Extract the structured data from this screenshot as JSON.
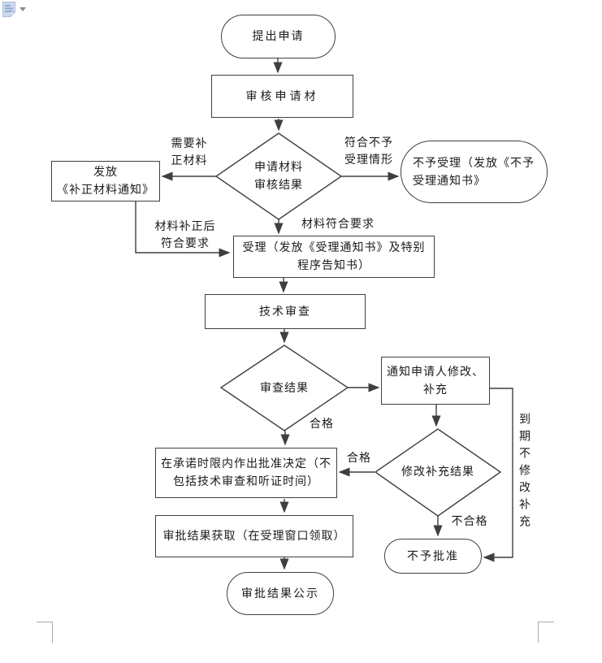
{
  "page": {
    "icons": {
      "doc": "document-icon",
      "dropdown": "chevron-down-icon"
    }
  },
  "flowchart": {
    "nodes": {
      "start": {
        "label": "提出申请",
        "type": "terminator"
      },
      "review": {
        "label": "审核申请材",
        "type": "process"
      },
      "review_result": {
        "label": "申请材料\n审核结果",
        "type": "decision"
      },
      "issue_correction": {
        "label": "发放\n《补正材料通知》",
        "type": "process"
      },
      "not_accept": {
        "label": "不予受理（发放《不予\n受理通知书》",
        "type": "terminator"
      },
      "accept": {
        "label": "受理（发放《受理通知书》及特别\n程序告知书）",
        "type": "process"
      },
      "tech_review": {
        "label": "技术审查",
        "type": "process"
      },
      "tech_result": {
        "label": "审查结果",
        "type": "decision"
      },
      "notify_modify": {
        "label": "通知申请人修改、\n补充",
        "type": "process"
      },
      "modify_result": {
        "label": "修改补充结果",
        "type": "decision"
      },
      "approve_decision": {
        "label": "在承诺时限内作出批准决定（不\n包括技术审查和听证时间）",
        "type": "process"
      },
      "result_obtain": {
        "label": "审批结果获取（在受理窗口领取）",
        "type": "process"
      },
      "not_approve": {
        "label": "不予批准",
        "type": "terminator"
      },
      "publicity": {
        "label": "审批结果公示",
        "type": "terminator"
      }
    },
    "edge_labels": {
      "need_correction": "需要补\n正材料",
      "meets_rejection": "符合不予\n受理情形",
      "materials_ok": "材料符合要求",
      "corrected_ok": "材料补正后\n符合要求",
      "qualified_1": "合格",
      "qualified_2": "合格",
      "unqualified": "不合格",
      "overdue_no_modify": "到期不修改补充"
    },
    "stroke_color": "#3f3f3f"
  }
}
